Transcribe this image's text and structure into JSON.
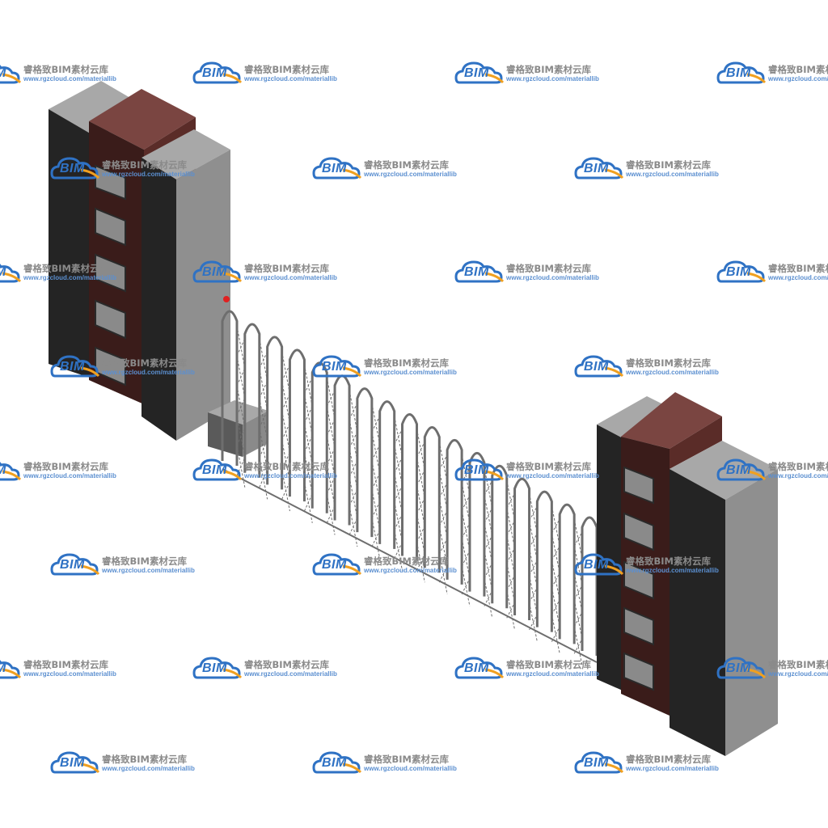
{
  "watermark": {
    "logo_text": "BIM",
    "brand_name": "睿格致BIM素材云库",
    "url": "www.rgzcloud.com/materiallib",
    "logo_color": "#2f72c4",
    "accent_color": "#f0a020"
  },
  "colors": {
    "pillar_dark": "#242424",
    "pillar_light": "#8f8f8f",
    "pillar_top": "#a8a8a8",
    "brick": "#5a2c28",
    "brick_top": "#7a4541",
    "gate_bar": "#707070",
    "indicator_light": "#e02020"
  },
  "icons": [
    "cloud-logo-icon"
  ]
}
